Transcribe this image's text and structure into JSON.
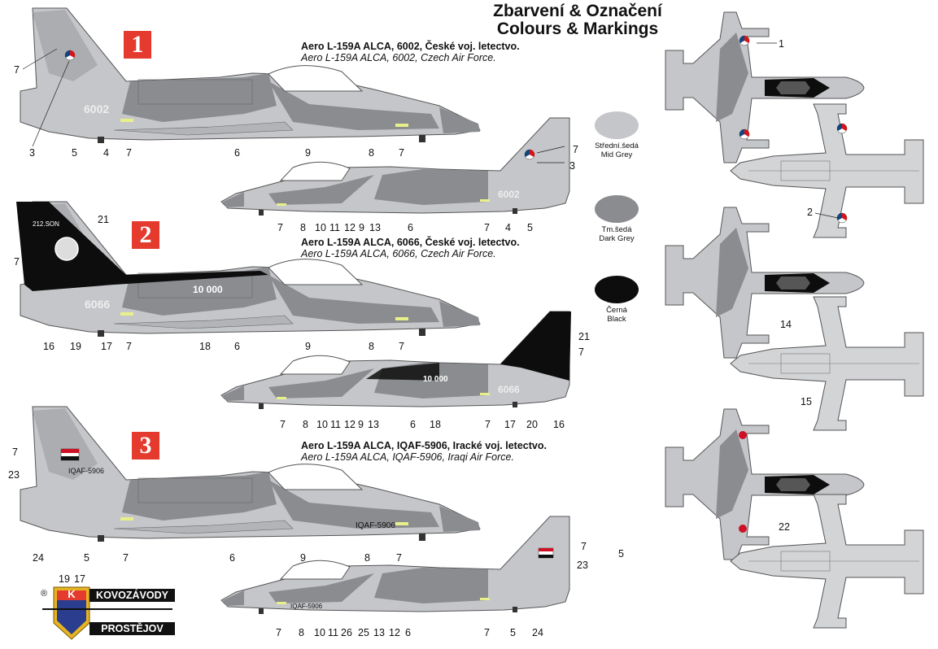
{
  "header": {
    "title_cz": "Zbarvení & Označení",
    "title_en": "Colours & Markings"
  },
  "profiles": [
    {
      "badge": "1",
      "caption_cz": "Aero L-159A ALCA, 6002, České voj. letectvo.",
      "caption_en": "Aero L-159A ALCA, 6002, Czech Air Force.",
      "serial": "6002"
    },
    {
      "badge": "2",
      "caption_cz": "Aero L-159A ALCA, 6066, České voj. letectvo.",
      "caption_en": "Aero L-159A ALCA, 6066, Czech Air Force.",
      "serial": "6066",
      "fuselage_text": "10 000",
      "unit_text": "212.SON"
    },
    {
      "badge": "3",
      "caption_cz": "Aero L-159A ALCA, IQAF-5906, Iracké voj. letectvo.",
      "caption_en": "Aero L-159A ALCA, IQAF-5906, Iraqi Air Force.",
      "serial": "IQAF-5906"
    }
  ],
  "swatches": [
    {
      "name_cz": "Střední.šedá",
      "name_en": "Mid Grey",
      "color": "#c5c6c9"
    },
    {
      "name_cz": "Tm.šedá",
      "name_en": "Dark Grey",
      "color": "#8a8c90"
    },
    {
      "name_cz": "Černá",
      "name_en": "Black",
      "color": "#0d0d0d"
    }
  ],
  "callouts": {
    "p1_top": [
      "7",
      "3",
      "5",
      "4",
      "7",
      "6",
      "9",
      "8",
      "7"
    ],
    "p1_bottom": [
      "7",
      "3",
      "7",
      "8",
      "10",
      "11",
      "12",
      "9",
      "13",
      "6",
      "7",
      "4",
      "5"
    ],
    "p2_top": [
      "21",
      "7",
      "16",
      "19",
      "17",
      "7",
      "18",
      "6",
      "9",
      "8",
      "7"
    ],
    "p2_bottom": [
      "21",
      "7",
      "7",
      "8",
      "10",
      "11",
      "12",
      "9",
      "13",
      "6",
      "18",
      "7",
      "17",
      "20",
      "16"
    ],
    "p3_top": [
      "7",
      "23",
      "24",
      "5",
      "7",
      "6",
      "9",
      "8",
      "7"
    ],
    "p3_bottom": [
      "7",
      "23",
      "5",
      "7",
      "8",
      "10",
      "11",
      "26",
      "25",
      "13",
      "12",
      "6",
      "7",
      "5",
      "24",
      "19",
      "17"
    ],
    "plan": [
      "1",
      "2",
      "14",
      "15",
      "22"
    ]
  },
  "brand": {
    "line1": "KOVOZÁVODY",
    "line2": "PROSTĚJOV",
    "logo_letter": "K",
    "registered": "®"
  },
  "colors": {
    "light_grey": "#c5c6c9",
    "dark_grey": "#8a8c90",
    "black": "#0d0d0d",
    "badge_red": "#e53a2e",
    "brand_blue": "#2a3d8f",
    "brand_gold": "#e6b422"
  }
}
